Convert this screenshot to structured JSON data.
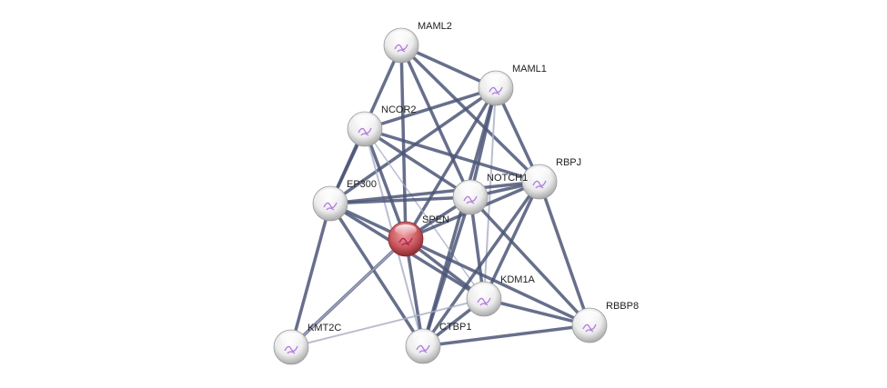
{
  "network": {
    "nodes": [
      {
        "id": "MAML2",
        "label": "MAML2",
        "query": false
      },
      {
        "id": "MAML1",
        "label": "MAML1",
        "query": false
      },
      {
        "id": "NCOR2",
        "label": "NCOR2",
        "query": false
      },
      {
        "id": "RBPJ",
        "label": "RBPJ",
        "query": false
      },
      {
        "id": "NOTCH1",
        "label": "NOTCH1",
        "query": false
      },
      {
        "id": "EP300",
        "label": "EP300",
        "query": false
      },
      {
        "id": "SPEN",
        "label": "SPEN",
        "query": true
      },
      {
        "id": "KDM1A",
        "label": "KDM1A",
        "query": false
      },
      {
        "id": "RBBP8",
        "label": "RBBP8",
        "query": false
      },
      {
        "id": "KMT2C",
        "label": "KMT2C",
        "query": false
      },
      {
        "id": "CTBP1",
        "label": "CTBP1",
        "query": false
      }
    ],
    "edges": [
      [
        "MAML2",
        "MAML1",
        "strong"
      ],
      [
        "MAML2",
        "EP300",
        "strong"
      ],
      [
        "MAML2",
        "SPEN",
        "strong"
      ],
      [
        "MAML2",
        "NOTCH1",
        "strong"
      ],
      [
        "MAML2",
        "RBPJ",
        "strong"
      ],
      [
        "MAML1",
        "NCOR2",
        "strong"
      ],
      [
        "MAML1",
        "EP300",
        "strong"
      ],
      [
        "MAML1",
        "SPEN",
        "strong"
      ],
      [
        "MAML1",
        "NOTCH1",
        "strong"
      ],
      [
        "MAML1",
        "RBPJ",
        "strong"
      ],
      [
        "MAML1",
        "KDM1A",
        "light"
      ],
      [
        "MAML1",
        "CTBP1",
        "strong"
      ],
      [
        "NCOR2",
        "EP300",
        "strong"
      ],
      [
        "NCOR2",
        "SPEN",
        "strong"
      ],
      [
        "NCOR2",
        "NOTCH1",
        "strong"
      ],
      [
        "NCOR2",
        "RBPJ",
        "strong"
      ],
      [
        "NCOR2",
        "KDM1A",
        "faint"
      ],
      [
        "NCOR2",
        "CTBP1",
        "light"
      ],
      [
        "RBPJ",
        "EP300",
        "strong"
      ],
      [
        "RBPJ",
        "NOTCH1",
        "strong"
      ],
      [
        "RBPJ",
        "SPEN",
        "strong"
      ],
      [
        "RBPJ",
        "KDM1A",
        "strong"
      ],
      [
        "RBPJ",
        "CTBP1",
        "strong"
      ],
      [
        "RBPJ",
        "RBBP8",
        "strong"
      ],
      [
        "NOTCH1",
        "EP300",
        "strong"
      ],
      [
        "NOTCH1",
        "SPEN",
        "strong"
      ],
      [
        "NOTCH1",
        "KDM1A",
        "strong"
      ],
      [
        "NOTCH1",
        "CTBP1",
        "strong"
      ],
      [
        "NOTCH1",
        "RBBP8",
        "strong"
      ],
      [
        "EP300",
        "SPEN",
        "strong"
      ],
      [
        "EP300",
        "KMT2C",
        "strong"
      ],
      [
        "EP300",
        "CTBP1",
        "strong"
      ],
      [
        "EP300",
        "KDM1A",
        "strong"
      ],
      [
        "SPEN",
        "KMT2C",
        "strong"
      ],
      [
        "SPEN",
        "CTBP1",
        "strong"
      ],
      [
        "SPEN",
        "KDM1A",
        "strong"
      ],
      [
        "SPEN",
        "RBBP8",
        "strong"
      ],
      [
        "KDM1A",
        "CTBP1",
        "strong"
      ],
      [
        "KDM1A",
        "RBBP8",
        "strong"
      ],
      [
        "KDM1A",
        "KMT2C",
        "light"
      ],
      [
        "CTBP1",
        "RBBP8",
        "strong"
      ],
      [
        "SPEN",
        "KMT2C",
        "light"
      ]
    ]
  },
  "colors": {
    "edge": "#4c5677",
    "edge_light": "#a9adc4",
    "query_node": "#c0454d",
    "node": "#eeeeee"
  }
}
